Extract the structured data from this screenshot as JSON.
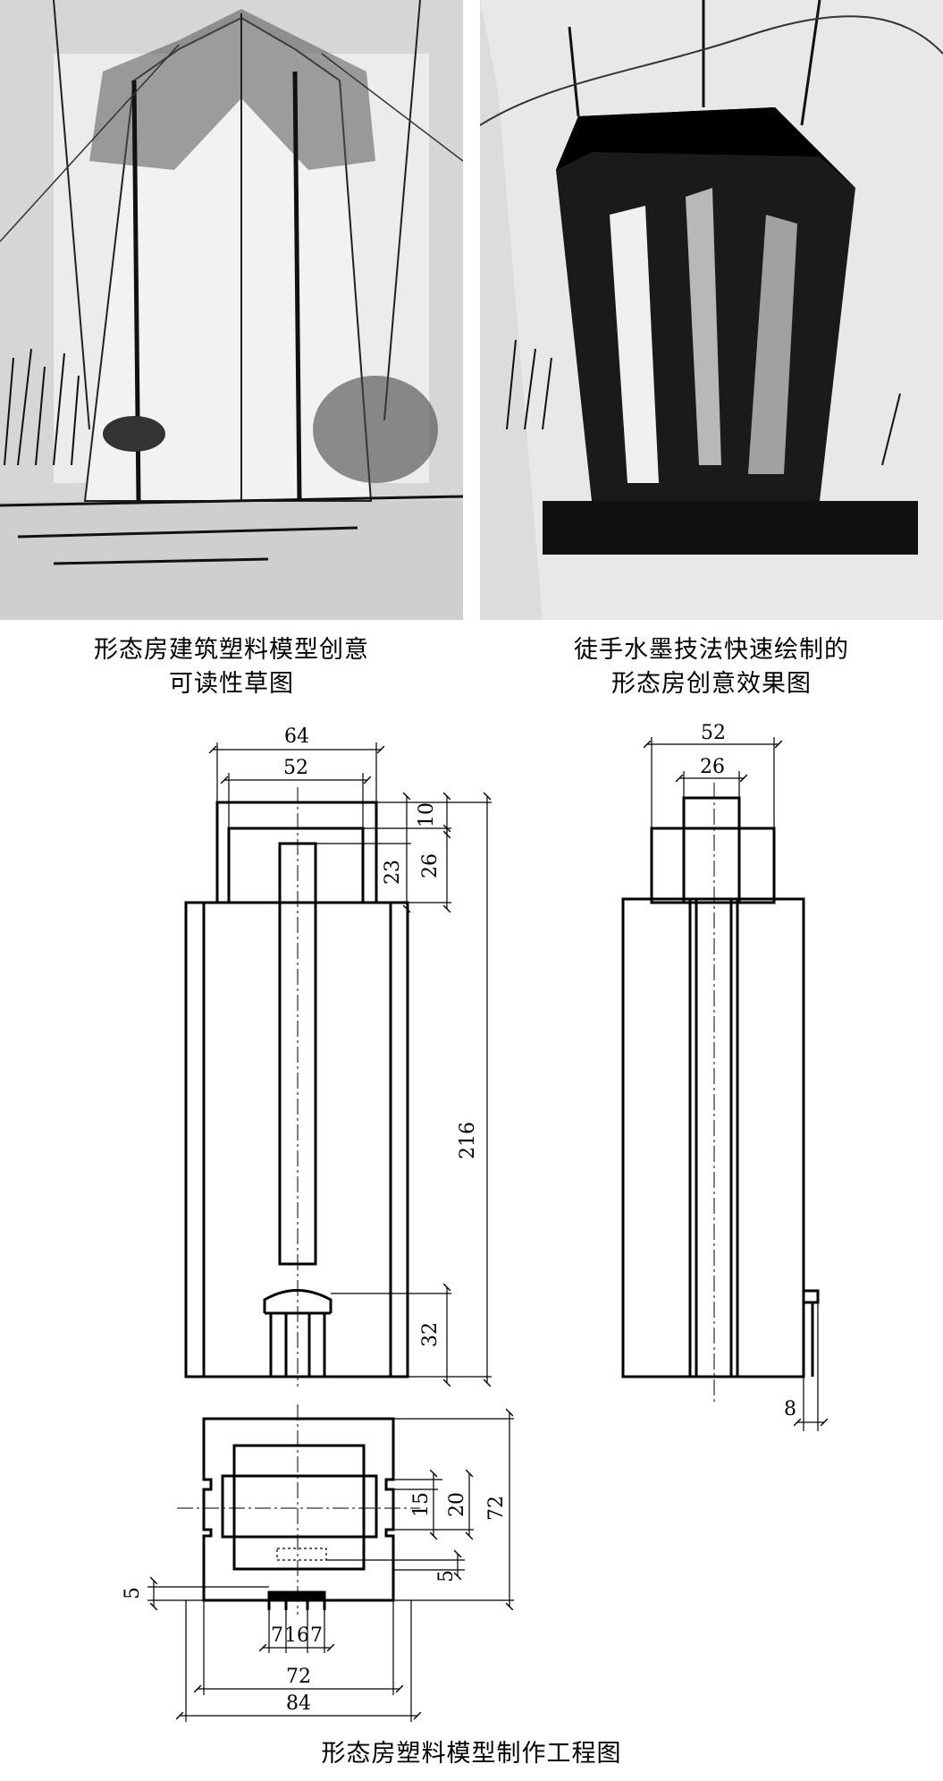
{
  "captions": {
    "left_line1": "形态房建筑塑料模型创意",
    "left_line2": "可读性草图",
    "right_line1": "徒手水墨技法快速绘制的",
    "right_line2": "形态房创意效果图",
    "bottom": "形态房塑料模型制作工程图"
  },
  "dims": {
    "front_64": "64",
    "front_52": "52",
    "front_10": "10",
    "front_26": "26",
    "front_23": "23",
    "front_216": "216",
    "front_32": "32",
    "side_52": "52",
    "side_26": "26",
    "side_8": "8",
    "plan_15": "15",
    "plan_20": "20",
    "plan_72v": "72",
    "plan_5r": "5",
    "plan_5l": "5",
    "plan_7a": "7",
    "plan_16": "16",
    "plan_7b": "7",
    "plan_72h": "72",
    "plan_84": "84"
  }
}
